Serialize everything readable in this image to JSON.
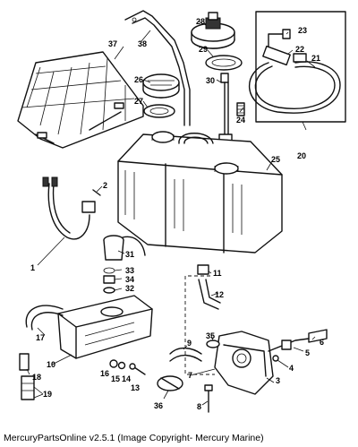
{
  "caption": "MercuryPartsOnline v2.5.1 (Image Copyright- Mercury Marine)",
  "callouts": [
    "1",
    "2",
    "3",
    "4",
    "5",
    "6",
    "7",
    "8",
    "9",
    "10",
    "11",
    "12",
    "13",
    "14",
    "15",
    "16",
    "17",
    "18",
    "19",
    "20",
    "21",
    "22",
    "23",
    "24",
    "25",
    "26",
    "27",
    "28",
    "29",
    "30",
    "31",
    "32",
    "33",
    "34",
    "35",
    "36",
    "37",
    "38"
  ]
}
